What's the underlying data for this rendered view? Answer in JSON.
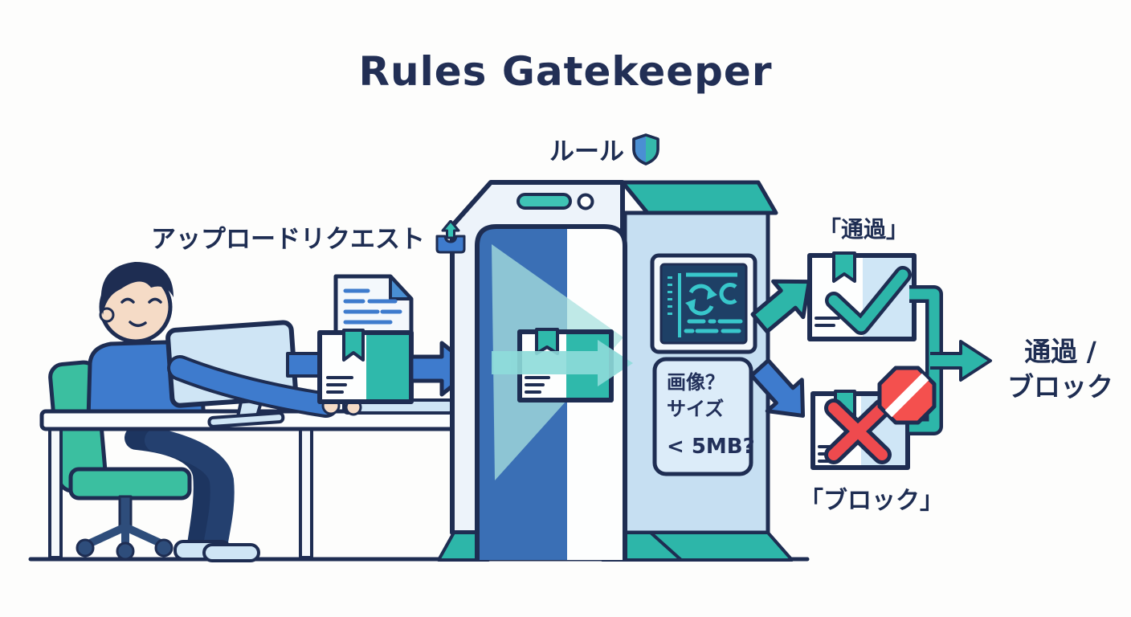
{
  "title": "Rules Gatekeeper",
  "gate": {
    "label": "ルール",
    "rules_panel": {
      "line1": "画像？",
      "line2": "サイズ",
      "line3": "< 5MB?"
    },
    "icons": {
      "shield": "shield-icon",
      "scanner_screen": "scanner-screen",
      "refresh": "refresh-icon"
    }
  },
  "upload": {
    "label": "アップロードリクエスト",
    "icons": {
      "tray": "upload-tray-icon",
      "document": "request-document",
      "package": "request-package"
    }
  },
  "outcomes": {
    "pass_label": "「通過」",
    "block_label": "「ブロック」",
    "result_line1": "通過 /",
    "result_line2": "ブロック",
    "icons": {
      "check": "check-icon",
      "cross": "x-icon",
      "stop": "stop-sign-icon"
    }
  },
  "colors": {
    "navy": "#1e2d52",
    "blue": "#3e7bcd",
    "teal": "#2db6a9",
    "light-blue": "#cfe5f5",
    "light-teal": "#9edede",
    "red": "#f0494e",
    "panel-bg": "#dcecf9",
    "bg": "#fdfdfc"
  }
}
